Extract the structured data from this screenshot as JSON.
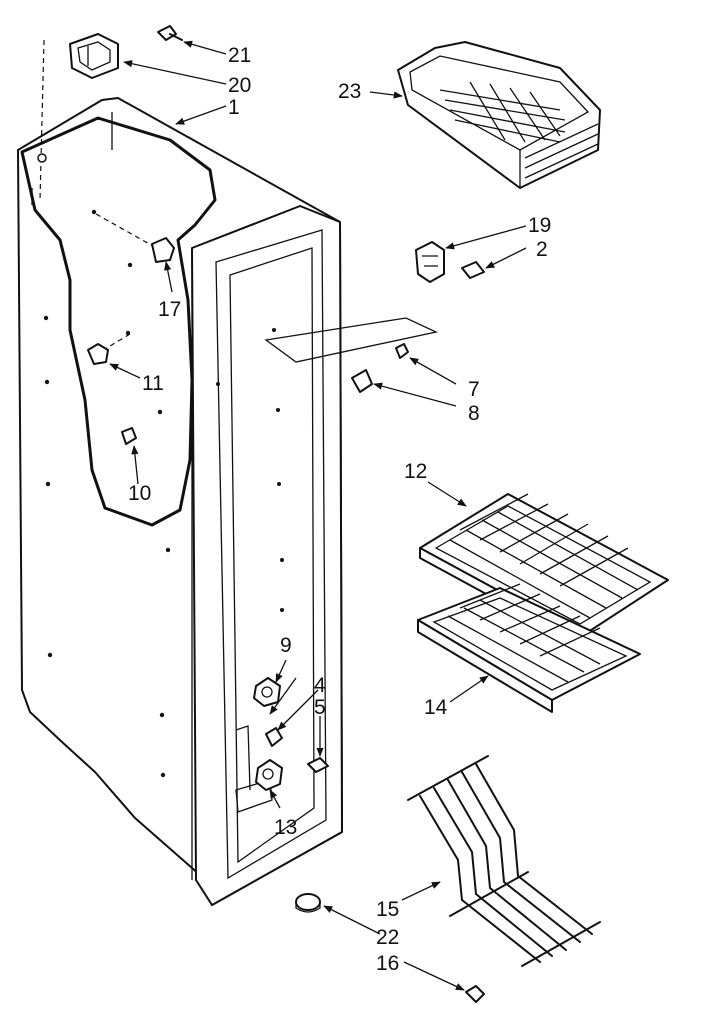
{
  "callouts": [
    {
      "id": "c21",
      "text": "21"
    },
    {
      "id": "c20",
      "text": "20"
    },
    {
      "id": "c1",
      "text": "1"
    },
    {
      "id": "c23",
      "text": "23"
    },
    {
      "id": "c19",
      "text": "19"
    },
    {
      "id": "c2",
      "text": "2"
    },
    {
      "id": "c17",
      "text": "17"
    },
    {
      "id": "c11",
      "text": "11"
    },
    {
      "id": "c7",
      "text": "7"
    },
    {
      "id": "c8",
      "text": "8"
    },
    {
      "id": "c10",
      "text": "10"
    },
    {
      "id": "c12",
      "text": "12"
    },
    {
      "id": "c9",
      "text": "9"
    },
    {
      "id": "c4",
      "text": "4"
    },
    {
      "id": "c5",
      "text": "5"
    },
    {
      "id": "c14",
      "text": "14"
    },
    {
      "id": "c13",
      "text": "13"
    },
    {
      "id": "c15",
      "text": "15"
    },
    {
      "id": "c22",
      "text": "22"
    },
    {
      "id": "c16",
      "text": "16"
    }
  ]
}
